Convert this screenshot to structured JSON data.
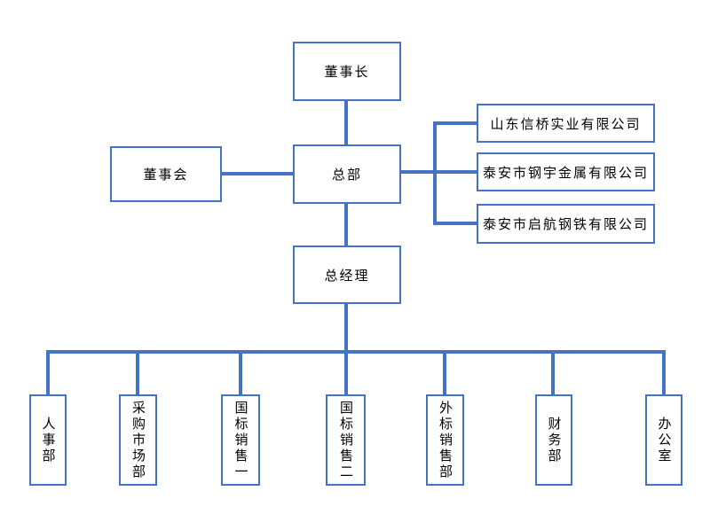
{
  "org_chart": {
    "nodes": {
      "chairman": {
        "label": "董事长"
      },
      "board": {
        "label": "董事会"
      },
      "headquarters": {
        "label": "总部"
      },
      "general_manager": {
        "label": "总经理"
      }
    },
    "subsidiaries": [
      {
        "label": "山东信桥实业有限公司"
      },
      {
        "label": "泰安市钢宇金属有限公司"
      },
      {
        "label": "泰安市启航钢铁有限公司"
      }
    ],
    "departments": [
      {
        "label": "人事部"
      },
      {
        "label": "采购市场部"
      },
      {
        "label": "国标销售一"
      },
      {
        "label": "国标销售二"
      },
      {
        "label": "外标销售部"
      },
      {
        "label": "财务部"
      },
      {
        "label": "办公室"
      }
    ],
    "colors": {
      "accent": "#4472c4",
      "text": "#000000",
      "background": "#ffffff"
    }
  }
}
